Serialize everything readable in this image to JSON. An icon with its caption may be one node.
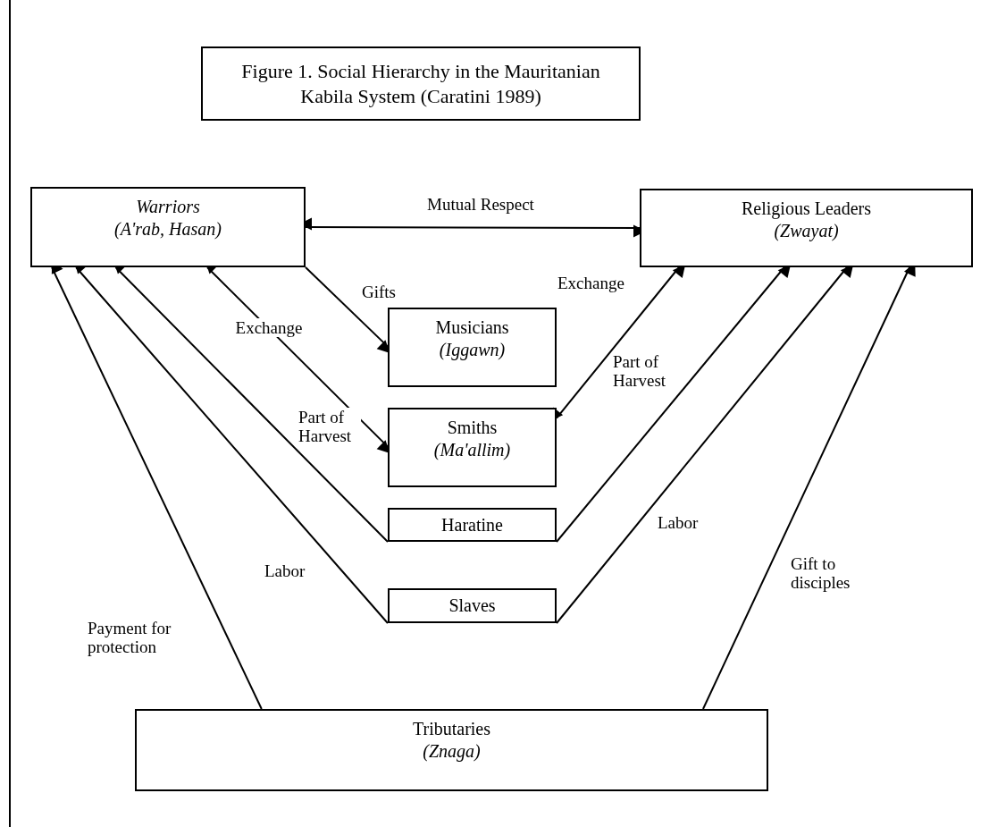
{
  "diagram": {
    "title": "Figure 1.  Social Hierarchy in the Mauritanian Kabila System (Caratini 1989)",
    "nodes": [
      {
        "text": [
          "Warriors",
          "(A'rab, Hasan)"
        ]
      },
      {
        "text": [
          "Religious Leaders",
          "(Zwayat)"
        ]
      },
      {
        "text": [
          "Musicians",
          "(Iggawn)"
        ]
      },
      {
        "text": [
          "Smiths",
          "(Ma'allim)"
        ]
      },
      {
        "text": [
          "Haratine"
        ]
      },
      {
        "text": [
          "Slaves"
        ]
      },
      {
        "text": [
          "Tributaries",
          "(Znaga)"
        ]
      }
    ],
    "edges": [
      {
        "from": 1,
        "to": 0,
        "arrow": "both",
        "label": "Mutual Respect"
      },
      {
        "from": 0,
        "to": 2,
        "arrow": "to",
        "label": "Gifts"
      },
      {
        "from": 0,
        "to": 3,
        "arrow": "both",
        "label": "Exchange"
      },
      {
        "from": 4,
        "to": 0,
        "arrow": "to",
        "label": "Part of Harvest"
      },
      {
        "from": 5,
        "to": 0,
        "arrow": "to",
        "label": "Labor"
      },
      {
        "from": 6,
        "to": 0,
        "arrow": "to",
        "label": "Payment for protection"
      },
      {
        "from": 1,
        "to": 3,
        "arrow": "both",
        "label": "Exchange"
      },
      {
        "from": 4,
        "to": 1,
        "arrow": "to",
        "label": "Part of Harvest"
      },
      {
        "from": 5,
        "to": 1,
        "arrow": "to",
        "label": "Labor"
      },
      {
        "from": 6,
        "to": 1,
        "arrow": "to",
        "label": "Gift to disciples"
      }
    ]
  }
}
